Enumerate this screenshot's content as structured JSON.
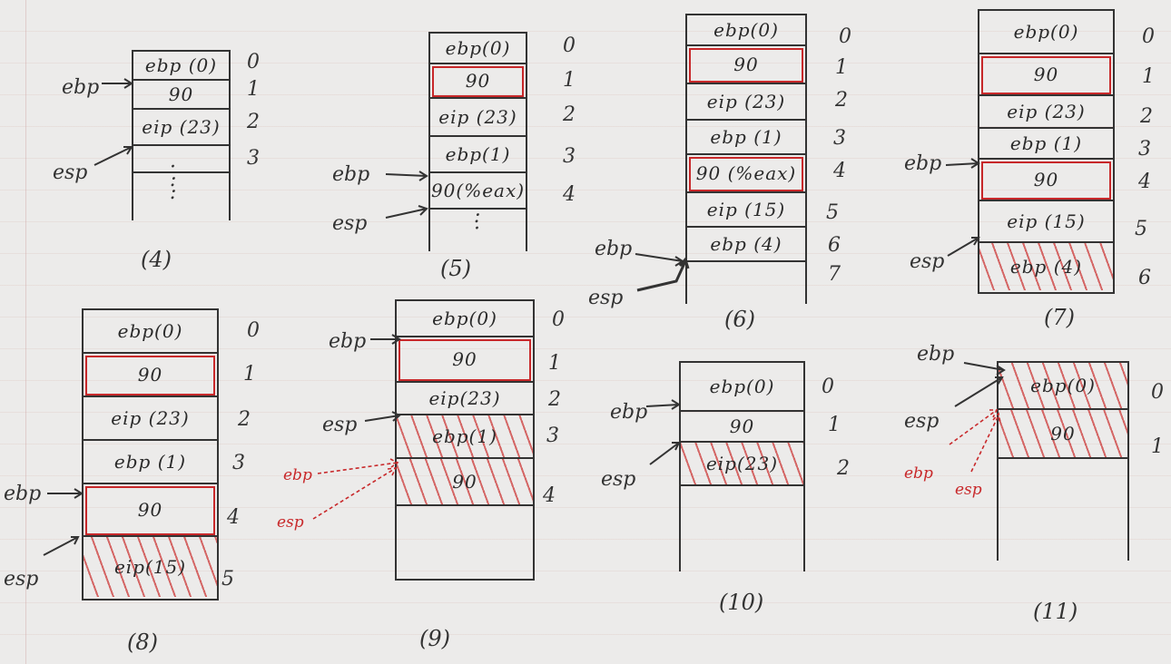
{
  "diagrams": [
    {
      "caption": "(4)",
      "cells": [
        "ebp (0)",
        "90",
        "eip (23)",
        "",
        ""
      ],
      "indices": [
        "0",
        "1",
        "2",
        "3"
      ],
      "pointers": [
        {
          "name": "ebp"
        },
        {
          "name": "esp"
        }
      ]
    },
    {
      "caption": "(5)",
      "cells": [
        "ebp(0)",
        "90",
        "eip (23)",
        "ebp(1)",
        "90(%eax)",
        ""
      ],
      "indices": [
        "0",
        "1",
        "2",
        "3",
        "4"
      ],
      "highlighted": [
        1
      ],
      "pointers": [
        {
          "name": "ebp"
        },
        {
          "name": "esp"
        }
      ]
    },
    {
      "caption": "(6)",
      "cells": [
        "ebp(0)",
        "90",
        "eip (23)",
        "ebp (1)",
        "90 (%eax)",
        "eip (15)",
        "ebp (4)",
        ""
      ],
      "indices": [
        "0",
        "1",
        "2",
        "3",
        "4",
        "5",
        "6",
        "7"
      ],
      "highlighted": [
        1,
        4
      ],
      "pointers": [
        {
          "name": "ebp"
        },
        {
          "name": "esp"
        }
      ]
    },
    {
      "caption": "(7)",
      "cells": [
        "ebp(0)",
        "90",
        "eip (23)",
        "ebp (1)",
        "90",
        "eip (15)",
        "ebp (4)"
      ],
      "indices": [
        "0",
        "1",
        "2",
        "3",
        "4",
        "5",
        "6"
      ],
      "highlighted": [
        1,
        4
      ],
      "crossed": [
        6
      ],
      "pointers": [
        {
          "name": "ebp"
        },
        {
          "name": "esp"
        }
      ]
    },
    {
      "caption": "(8)",
      "cells": [
        "ebp(0)",
        "90",
        "eip (23)",
        "ebp (1)",
        "90",
        "eip(15)"
      ],
      "indices": [
        "0",
        "1",
        "2",
        "3",
        "4",
        "5"
      ],
      "highlighted": [
        1,
        4
      ],
      "crossed": [
        5
      ],
      "pointers": [
        {
          "name": "ebp"
        },
        {
          "name": "esp"
        }
      ]
    },
    {
      "caption": "(9)",
      "cells": [
        "ebp(0)",
        "90",
        "eip(23)",
        "ebp(1)",
        "90",
        ""
      ],
      "indices": [
        "0",
        "1",
        "2",
        "3",
        "4"
      ],
      "highlighted": [
        1
      ],
      "crossed": [
        3,
        4
      ],
      "pointers": [
        {
          "name": "ebp"
        },
        {
          "name": "esp"
        },
        {
          "name": "ebp",
          "color": "#c8282a"
        },
        {
          "name": "esp",
          "color": "#c8282a"
        }
      ]
    },
    {
      "caption": "(10)",
      "cells": [
        "ebp(0)",
        "90",
        "eip(23)",
        ""
      ],
      "indices": [
        "0",
        "1",
        "2"
      ],
      "crossed": [
        2
      ],
      "pointers": [
        {
          "name": "ebp"
        },
        {
          "name": "esp"
        }
      ]
    },
    {
      "caption": "(11)",
      "cells": [
        "ebp(0)",
        "90",
        ""
      ],
      "indices": [
        "0",
        "1"
      ],
      "crossed": [
        0,
        1
      ],
      "pointers": [
        {
          "name": "ebp"
        },
        {
          "name": "esp"
        },
        {
          "name": "ebp",
          "color": "#c8282a"
        },
        {
          "name": "esp",
          "color": "#c8282a"
        }
      ]
    }
  ],
  "colors": {
    "ink": "#2a2a2a",
    "highlight": "#c8282a",
    "paper": "#ecebea"
  }
}
